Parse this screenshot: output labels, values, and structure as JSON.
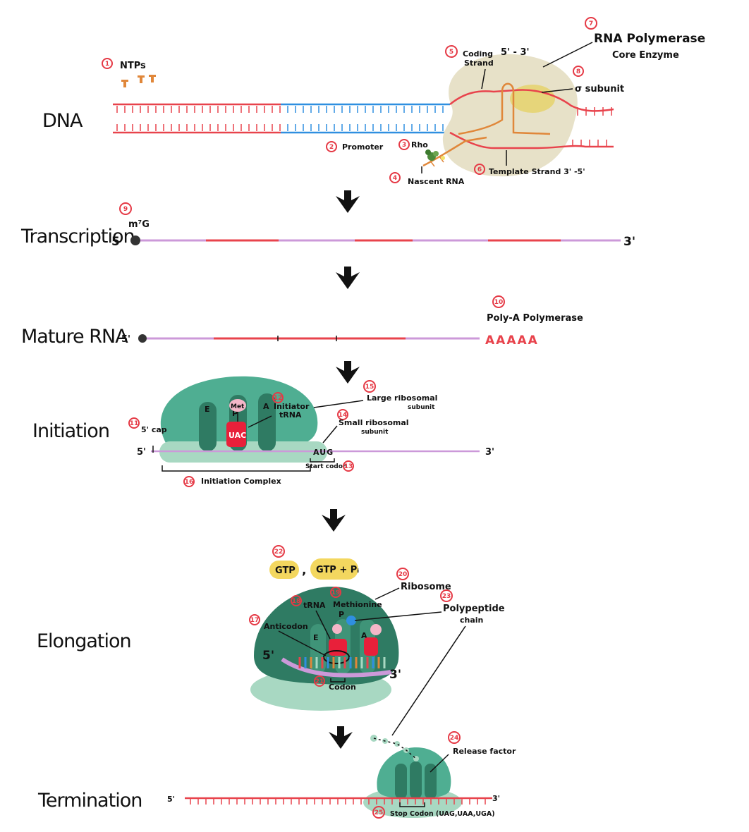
{
  "colors": {
    "dna_red": "#e8434c",
    "promoter_blue": "#2f8fe0",
    "rna_purple": "#cc99d9",
    "ribosome_green": "#4fae92",
    "ribosome_dark": "#2f7b63",
    "small_subunit": "#a8d8c2",
    "polymerase_beige": "#e7e1c8",
    "sigma_yellow": "#e6d57a",
    "ntp_orange": "#e0873a",
    "trna_red": "#e8203a",
    "met_pink": "#f4b6c8",
    "gtp_yellow": "#f3d75f",
    "number_red": "#e53945"
  },
  "stages": {
    "dna": "DNA",
    "transcription": "Transcription",
    "mature_rna": "Mature RNA",
    "initiation": "Initiation",
    "elongation": "Elongation",
    "termination": "Termination"
  },
  "dna": {
    "ntps": {
      "num": "1",
      "label": "NTPs"
    },
    "promoter": {
      "num": "2",
      "label": "Promoter"
    },
    "rho": {
      "num": "3",
      "label": "Rho"
    },
    "nascent_rna": {
      "num": "4",
      "label": "Nascent RNA"
    },
    "coding_strand": {
      "num": "5",
      "label_line1": "Coding",
      "label_line2": "Strand",
      "direction": "5' - 3'"
    },
    "template_strand": {
      "num": "6",
      "label": "Template Strand 3' -5'"
    },
    "rna_polymerase": {
      "num": "7",
      "label_line1": "RNA Polymerase",
      "label_line2": "Core Enzyme"
    },
    "sigma": {
      "num": "8",
      "label": "σ subunit"
    }
  },
  "transcription": {
    "cap": {
      "num": "9",
      "label": "m⁷G"
    },
    "five_prime": "5'",
    "three_prime": "3'"
  },
  "mature_rna": {
    "five_prime": "5'",
    "poly_a_polymerase": {
      "num": "10",
      "label": "Poly-A Polymerase"
    },
    "poly_a_tail": "AAAAA"
  },
  "initiation": {
    "five_prime_cap": {
      "num": "11",
      "label": "5' cap"
    },
    "initiator_trna": {
      "num": "12",
      "label_line1": "Initiator",
      "label_line2": "tRNA"
    },
    "start_codon": {
      "num": "13",
      "label": "Start codon",
      "codon": "AUG"
    },
    "small_subunit": {
      "num": "14",
      "label_line1": "Small ribosomal",
      "label_line2": "subunit"
    },
    "large_subunit": {
      "num": "15",
      "label_line1": "Large ribosomal",
      "label_line2": "subunit"
    },
    "initiation_complex": {
      "num": "16",
      "label": "Initiation Complex"
    },
    "site_e": "E",
    "site_p": "P",
    "site_a": "A",
    "met": "Met",
    "anticodon": "UAC",
    "five_prime": "5'",
    "three_prime": "3'"
  },
  "elongation": {
    "anticodon": {
      "num": "17",
      "label": "Anticodon"
    },
    "trna": {
      "num": "18",
      "label": "tRNA"
    },
    "methionine": {
      "num": "19",
      "label": "Methionine"
    },
    "ribosome": {
      "num": "20",
      "label": "Ribosome"
    },
    "codon": {
      "num": "21",
      "label": "Codon"
    },
    "gtp": {
      "num": "22",
      "label_gtp": "GTP",
      "separator": ",",
      "label_gtp_pi": "GTP + Pᵢ"
    },
    "polypeptide": {
      "num": "23",
      "label_line1": "Polypeptide",
      "label_line2": "chain"
    },
    "site_e": "E",
    "site_p": "P",
    "site_a": "A",
    "five_prime": "5'",
    "three_prime": "3'"
  },
  "termination": {
    "release_factor": {
      "num": "24",
      "label": "Release factor"
    },
    "stop_codon": {
      "num": "25",
      "label": "Stop Codon (UAG,UAA,UGA)"
    },
    "five_prime": "5'",
    "three_prime": "3'"
  }
}
